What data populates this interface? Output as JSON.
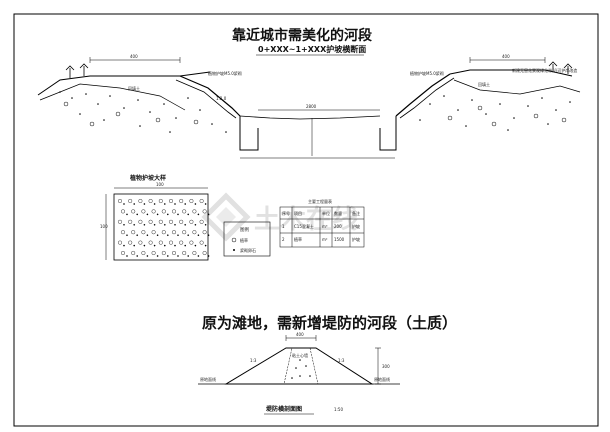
{
  "sheet": {
    "title_top": "靠近城市需美化的河段",
    "subtitle_top": "0+XXX~1+XXX护坡横断面",
    "panel_title": "植物护坡大样",
    "title_bottom": "原为滩地，需新增堤防的河段（土质）",
    "caption_bottom": "堤防横剖面图",
    "scale_bottom": "1:50"
  },
  "watermark": {
    "text": "土木在线",
    "color": "#c9c9c9"
  },
  "section_top": {
    "left_slope_label": "植物护坡M5.0浆砌",
    "right_slope_label": "植物护坡M5.0浆砌",
    "left_fill_label": "回填土",
    "right_fill_label": "回填土",
    "right_note": "新建无害化景观绿化带,沿河护岸改造",
    "left_width": "400",
    "right_width": "400",
    "slope_ratio": "1:2.0",
    "water_width": "2800"
  },
  "plant_panel": {
    "width_label": "100",
    "height_label": "100"
  },
  "legend": {
    "title": "图例",
    "items": [
      "植草",
      "浆砌卵石"
    ]
  },
  "material_table": {
    "title": "主要工程量表",
    "headers": [
      "序号",
      "项目",
      "单位",
      "数量",
      "备注"
    ],
    "rows": [
      [
        "1",
        "C15混凝土",
        "m³",
        "200",
        "护坡"
      ],
      [
        "2",
        "植草",
        "m²",
        "1500",
        "护坡"
      ]
    ]
  },
  "section_bottom": {
    "crest_width": "400",
    "slope_left": "1:3",
    "slope_right": "1:3",
    "core_label": "粘土心墙",
    "height_label": "300",
    "left_base_label": "原地面线",
    "right_base_label": "原地面线"
  }
}
